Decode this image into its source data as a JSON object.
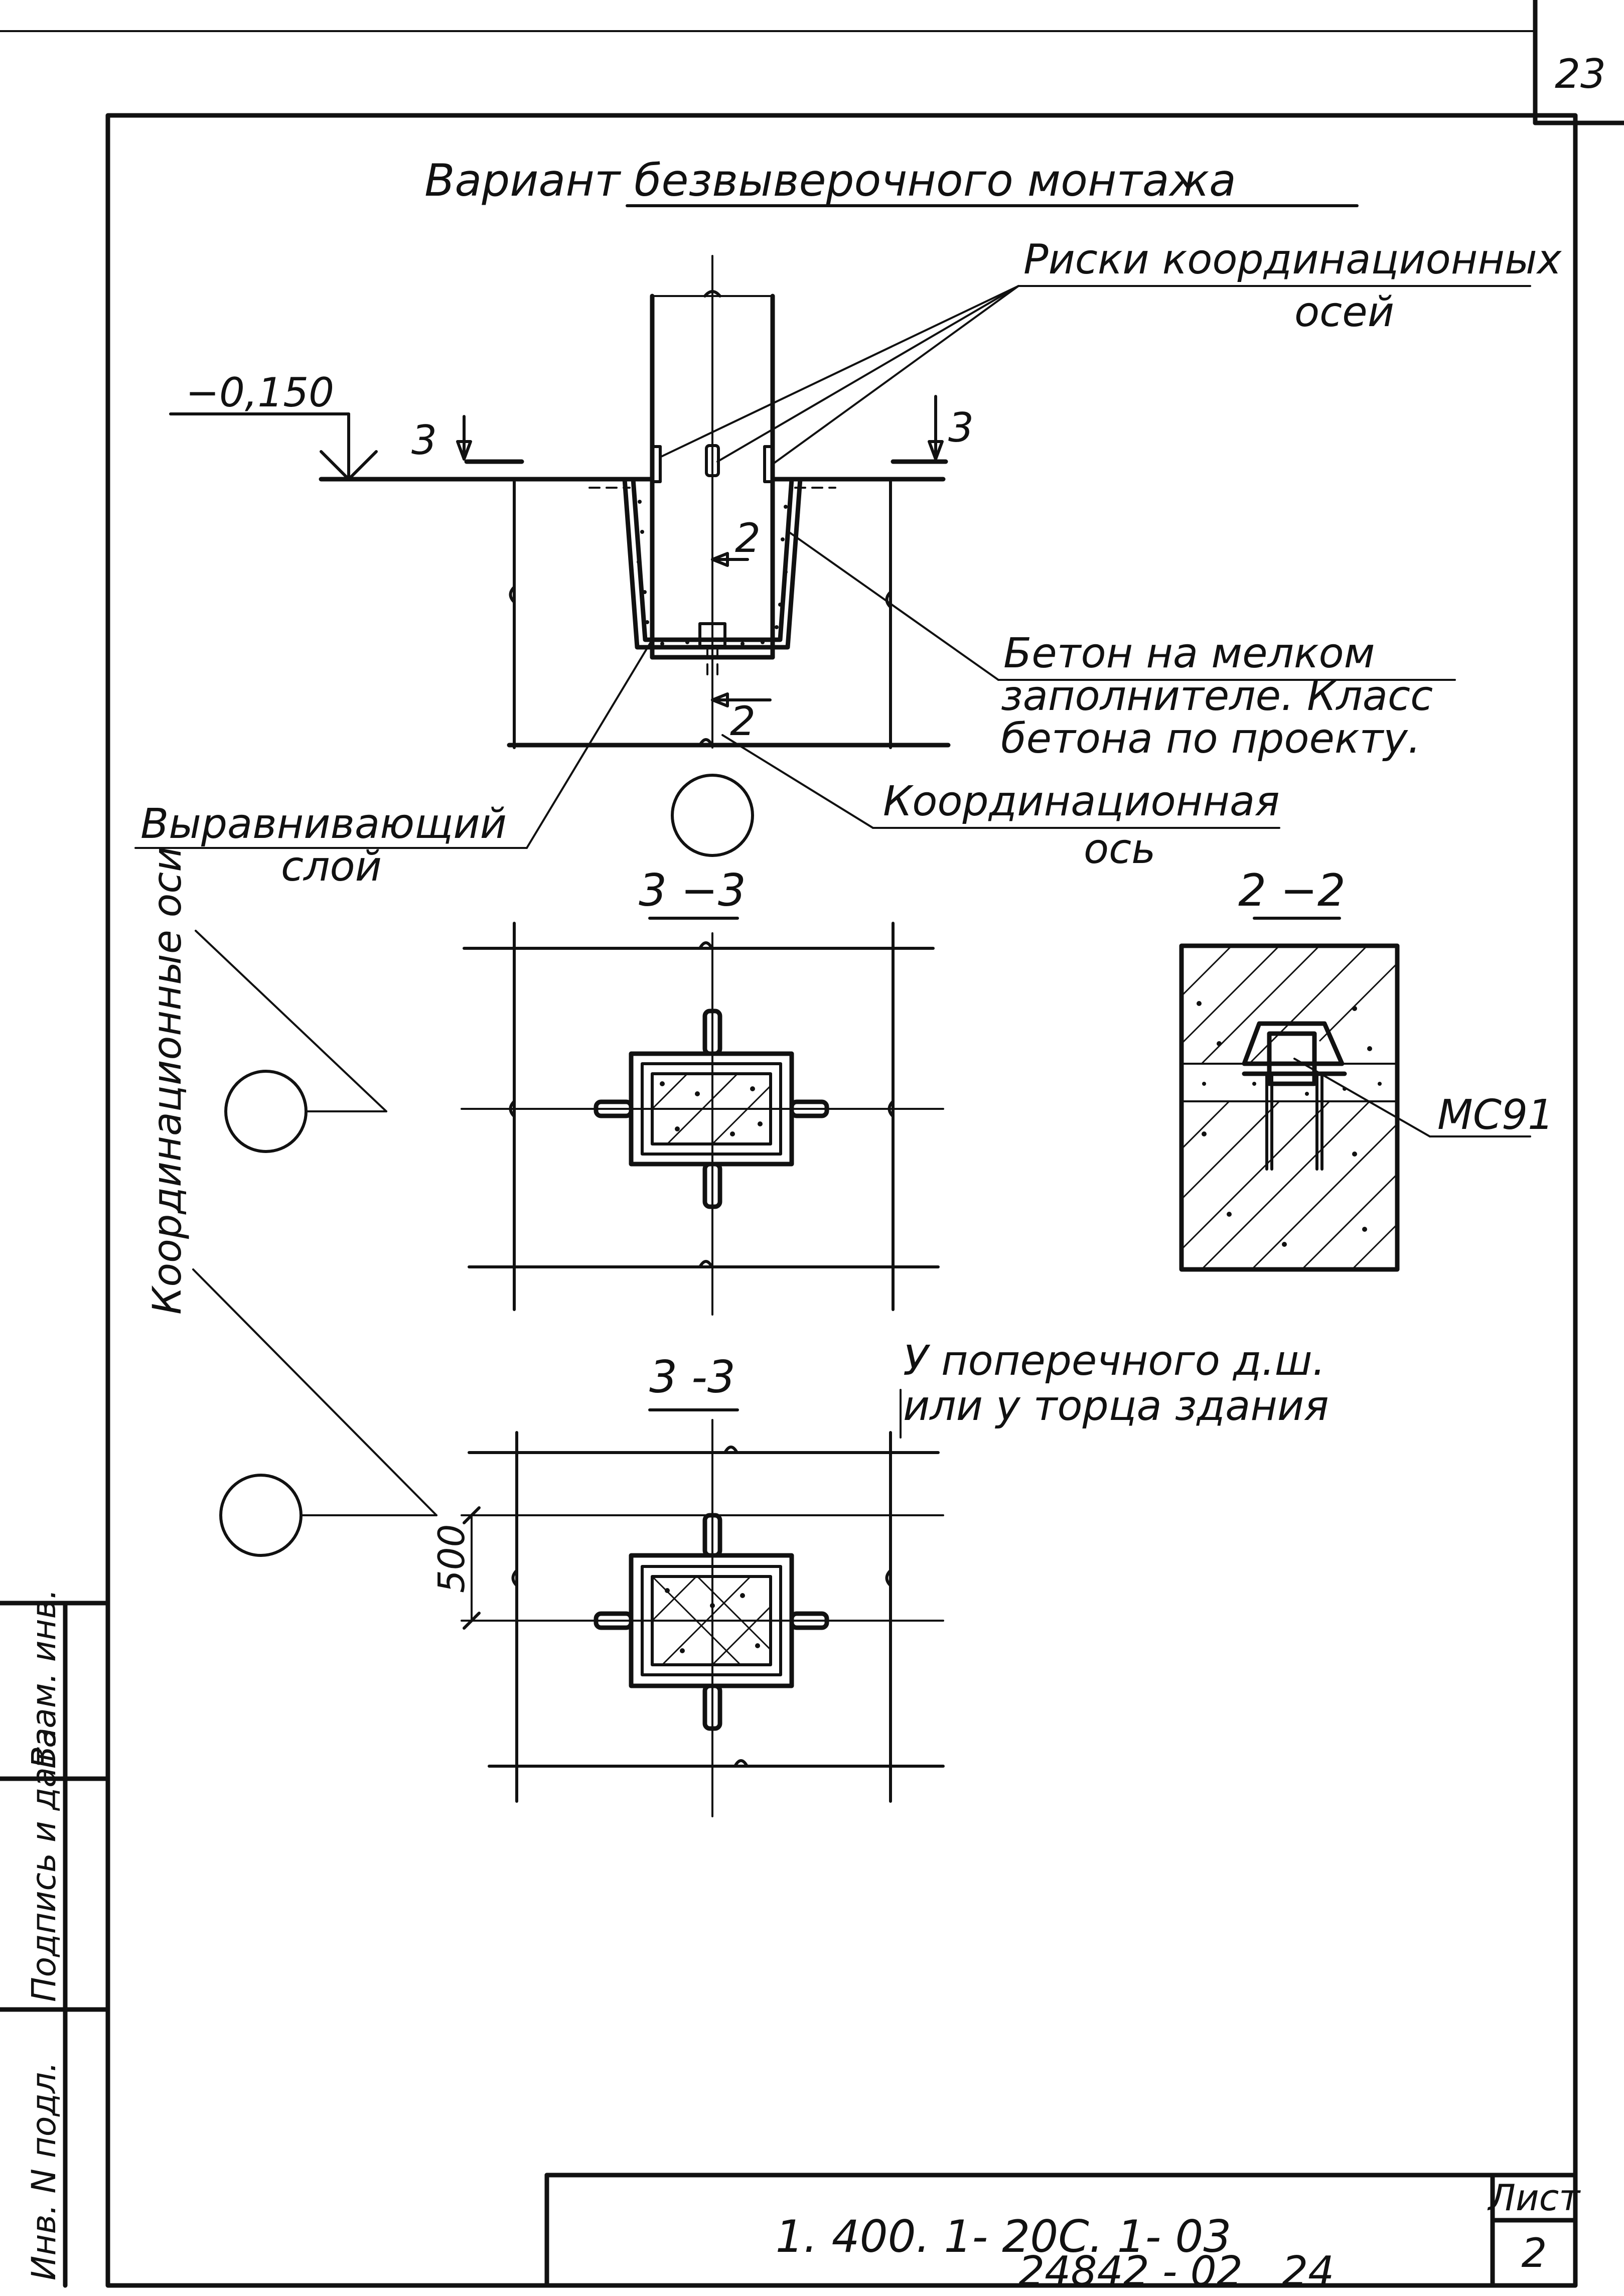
{
  "sheet_number": "23",
  "title": "Вариант безвыверочного монтажа",
  "callouts": {
    "marks": "Риски координационных осей",
    "concrete": "Бетон на мелком заполнителе. Класс бетона по проекту.",
    "concrete_lines": [
      "Бетон на мелком",
      "заполнителе. Класс",
      "бетона по проекту."
    ],
    "leveling": "Выравнивающий слой",
    "leveling_lines": [
      "Выравнивающий",
      "слой"
    ],
    "coord_axis": "Координационная ось",
    "coord_axis_lines": [
      "Координационная",
      "ось"
    ],
    "coord_axes": "Координационные оси",
    "transverse": "У поперечного д.ш. или у торца здания",
    "transverse_lines": [
      "У поперечного д.ш.",
      "или у торца здания"
    ]
  },
  "elevation": "−0,150",
  "section_cut": {
    "mark": "3",
    "second": "2"
  },
  "section_views": {
    "v33": "3 −3",
    "v22": "2 −2",
    "v33b": "3 -3"
  },
  "embed_part": "МС91",
  "dimension": "500",
  "stamp": {
    "side_labels": [
      "Взам. инв.",
      "Подпись и дата",
      "Инв. N подл."
    ],
    "code": "1. 400. 1- 20С. 1- 03",
    "sheet_label": "Лист",
    "sheet_value": "2"
  },
  "archive_number": "24842 - 02   24"
}
